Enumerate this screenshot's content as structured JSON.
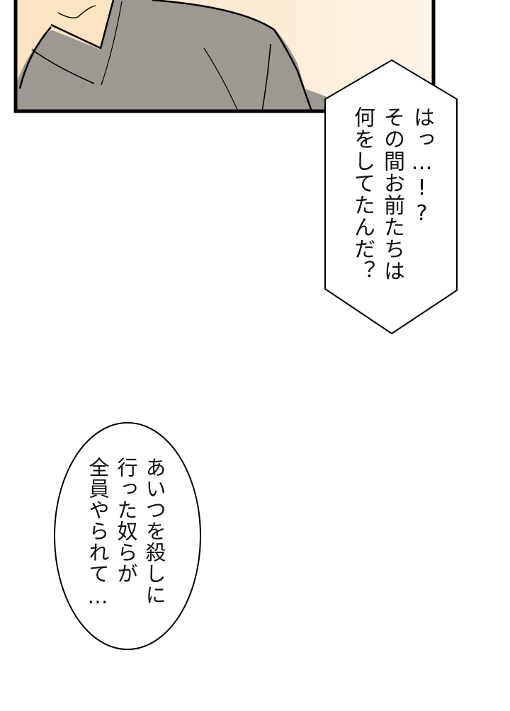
{
  "page": {
    "type": "manga-panel",
    "reading_direction": "vertical right-to-left"
  },
  "panel_top": {
    "description": "Close-up of a character's shoulder wearing a grey garment against a cream background",
    "colors": {
      "background_skin": "#FCE3C2",
      "background_light": "#FCF3E4",
      "garment": "#9E9893",
      "border": "#000000"
    }
  },
  "bubble_hexagon": {
    "shape": "hexagon",
    "lines": [
      "はっ…!?",
      "その間お前たちは",
      "何をしてたんだ？"
    ]
  },
  "bubble_oval": {
    "shape": "ellipse",
    "lines": [
      "あいつを殺しに",
      "行った奴らが",
      "全員やられて…"
    ]
  }
}
